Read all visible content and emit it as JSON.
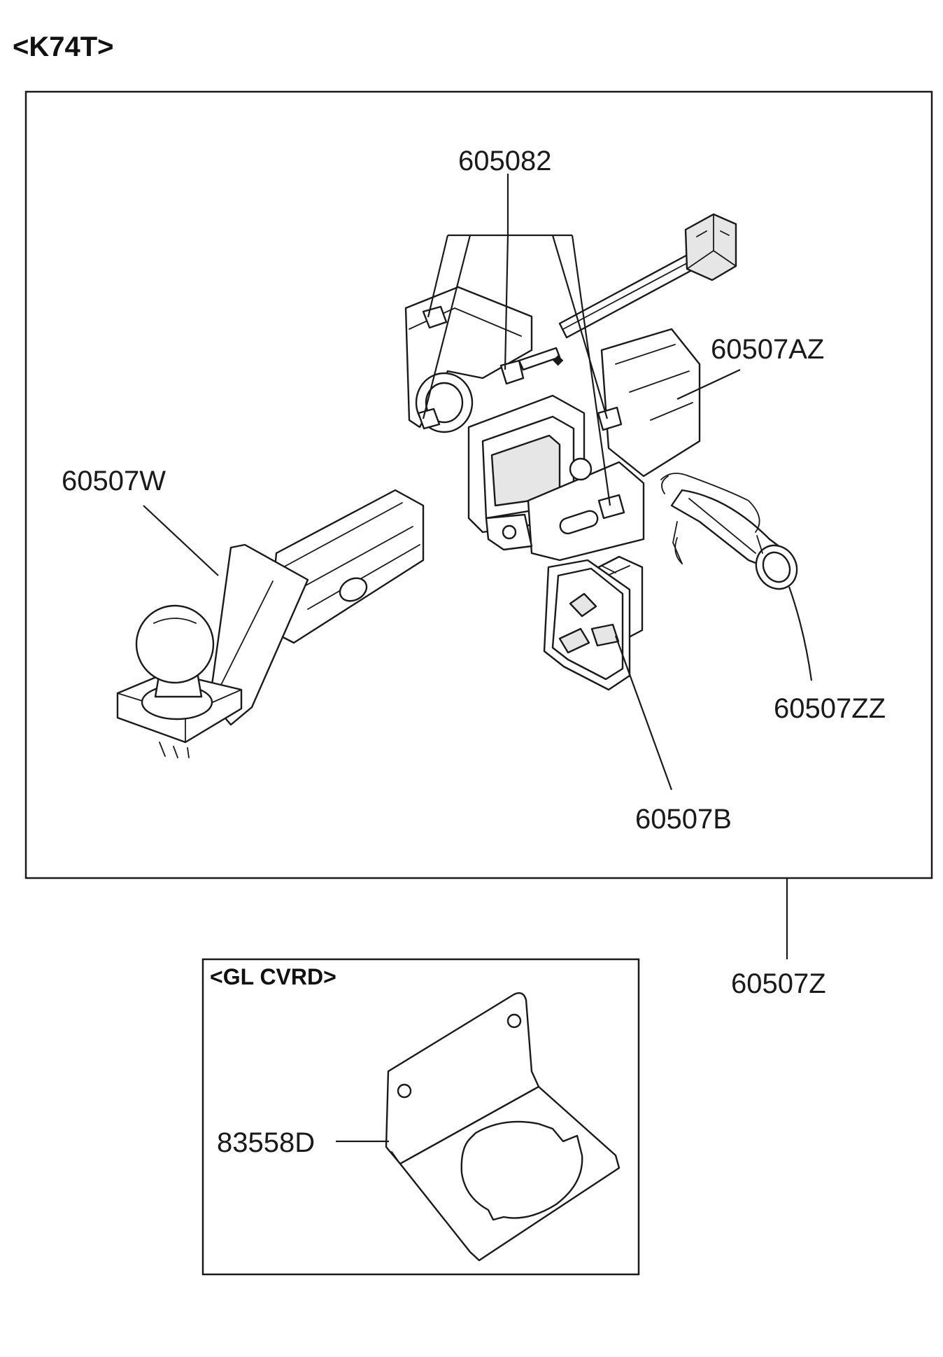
{
  "diagram": {
    "variant_main": "<K74T>",
    "variant_sub": "<GL CVRD>",
    "callouts": {
      "bolts": "605082",
      "hitch_receiver": "60507AZ",
      "ball_mount": "60507W",
      "pin_clip": "60507ZZ",
      "receiver_cover": "60507B",
      "hitch_assembly": "60507Z",
      "bracket": "83558D"
    },
    "colors": {
      "line": "#1a1a1a",
      "background": "#ffffff"
    }
  }
}
